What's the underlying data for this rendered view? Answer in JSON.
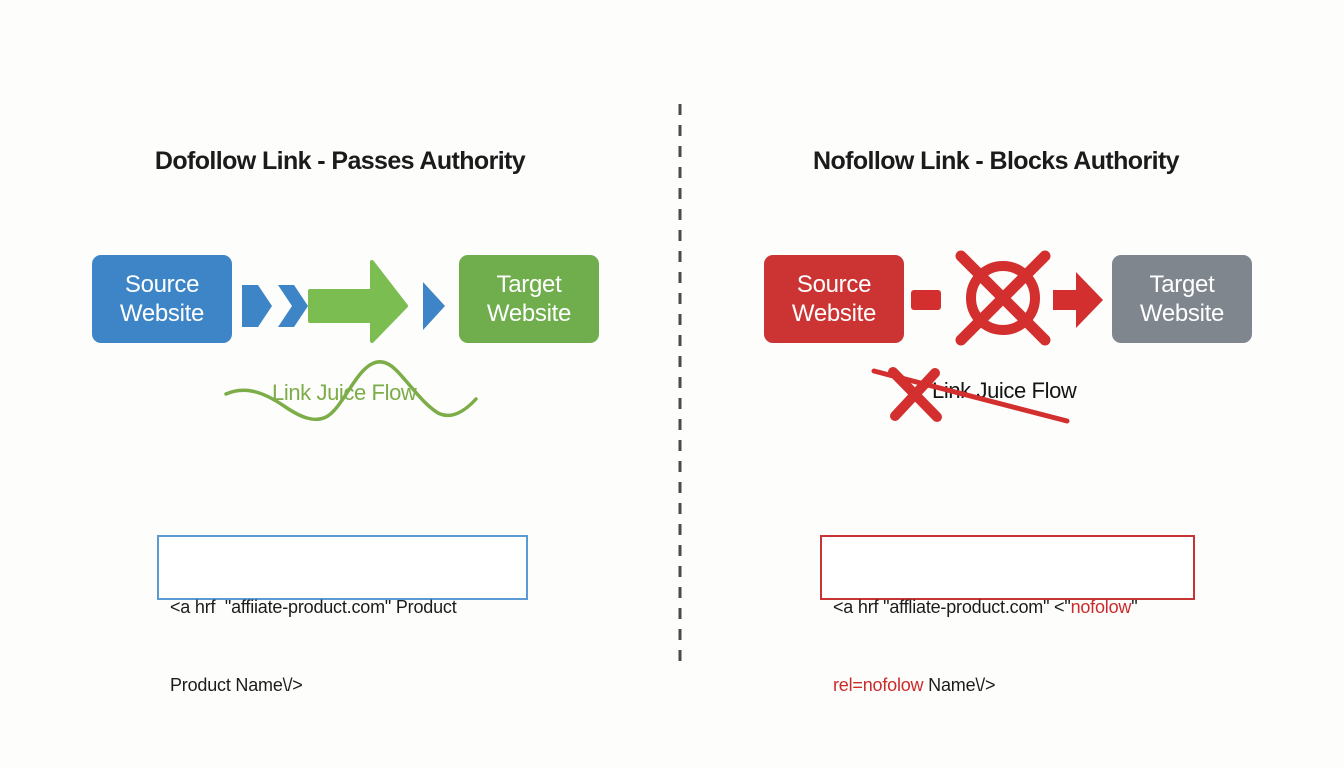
{
  "colors": {
    "background": "#fdfdfc",
    "text_dark": "#1b1b1b",
    "divider": "#4a4a4a",
    "blue": "#3d85c6",
    "green_box": "#6fad4d",
    "green_arrow": "#7cbd51",
    "green_flow": "#7cad48",
    "red": "#cc3333",
    "red_icon": "#d32f2f",
    "gray_box": "#7f868e",
    "code_blue_border": "#5b9bd5",
    "code_red_border": "#c63434",
    "code_red_text": "#cc2b2b"
  },
  "left_panel": {
    "title": "Dofollow Link - Passes Authority",
    "source_box": {
      "line1": "Source",
      "line2": "Website"
    },
    "target_box": {
      "line1": "Target",
      "line2": "Website"
    },
    "flow_label": "Link Juice Flow",
    "code": {
      "line1": "<a hrf  \"affiiate-product.com\" Product",
      "line2": "Product Name\\/>"
    }
  },
  "right_panel": {
    "title": "Nofollow Link - Blocks Authority",
    "source_box": {
      "line1": "Source",
      "line2": "Website"
    },
    "target_box": {
      "line1": "Target",
      "line2": "Website"
    },
    "flow_label": "Link Juice Flow",
    "code": {
      "line1_pre": "<a hrf \"affliate-product.com\" <\"",
      "line1_red": "nofolow",
      "line1_post": "\"",
      "line2_red": "rel=nofolow",
      "line2_post": " Name\\/>"
    }
  }
}
